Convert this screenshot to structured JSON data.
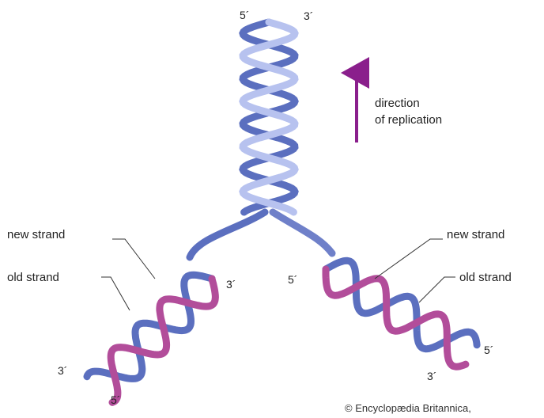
{
  "colors": {
    "old_strand": "#5b6fbf",
    "old_strand_light": "#b7c2ef",
    "new_strand": "#b24d9a",
    "new_strand_light": "#e6b7dd",
    "arrow": "#8a1f8c"
  },
  "ends": {
    "top_left": "5´",
    "top_right": "3´",
    "left_fork_inner": "3´",
    "left_fork_bottom_left": "3´",
    "left_fork_bottom": "5´",
    "right_fork_inner": "5´",
    "right_fork_bottom_right": "5´",
    "right_fork_bottom": "3´"
  },
  "arrow_label": {
    "line1": "direction",
    "line2": "of replication"
  },
  "labels": {
    "left_new": "new strand",
    "left_old": "old strand",
    "right_new": "new strand",
    "right_old": "old strand"
  },
  "credit": "© Encyclopædia Britannica,"
}
